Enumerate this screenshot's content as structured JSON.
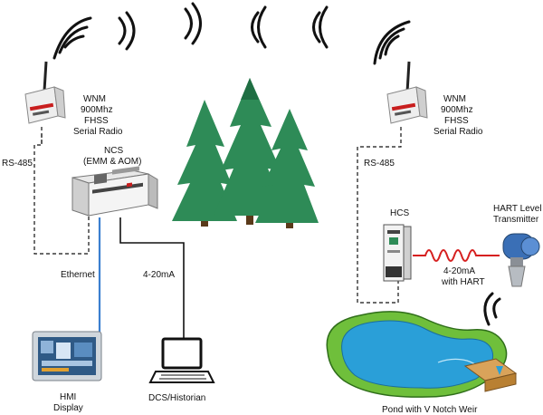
{
  "labels": {
    "wnm_left": [
      "WNM",
      "900Mhz",
      "FHSS",
      "Serial Radio"
    ],
    "wnm_right": [
      "WNM",
      "900Mhz",
      "FHSS",
      "Serial Radio"
    ],
    "rs485_left": "RS-485",
    "rs485_right": "RS-485",
    "ncs": [
      "NCS",
      "(EMM & AOM)"
    ],
    "ethernet": "Ethernet",
    "analog_left": "4-20mA",
    "hmi": [
      "HMI",
      "Display"
    ],
    "dcs": "DCS/Historian",
    "hcs": "HCS",
    "hart_transmitter": [
      "HART Level",
      "Transmitter"
    ],
    "analog_hart": [
      "4-20mA",
      "with HART"
    ],
    "pond": "Pond with V Notch Weir"
  },
  "icons": [
    "radio-wave-icon",
    "wireless-radio-icon",
    "controller-icon",
    "tree-icon",
    "hmi-panel-icon",
    "laptop-icon",
    "signal-conditioner-icon",
    "level-transmitter-icon",
    "pond-icon"
  ],
  "colors": {
    "tree": "#2e8b57",
    "tree_dark": "#1f6e43",
    "ethernet_line": "#3b7fd0",
    "hart_wave": "#d62020",
    "pond_water": "#2a9fd8",
    "pond_grass": "#6fbf3b",
    "transmitter": "#3a6fb6"
  }
}
